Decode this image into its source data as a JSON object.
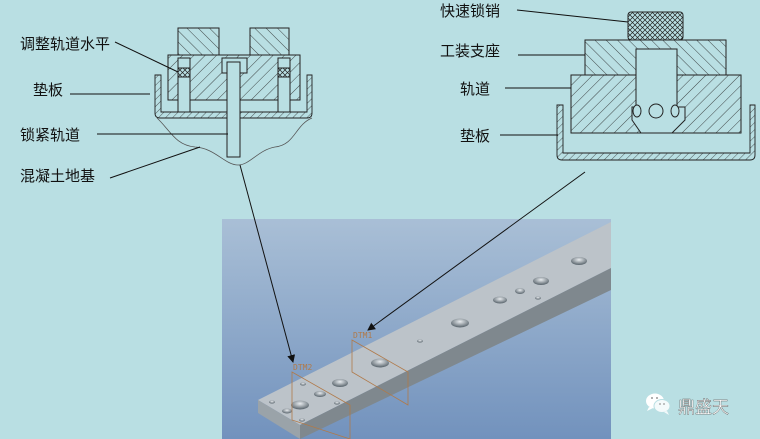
{
  "left_section": {
    "labels": [
      "调整轨道水平",
      "垫板",
      "锁紧轨道",
      "混凝土地基"
    ]
  },
  "right_section": {
    "labels": [
      "快速锁销",
      "工装支座",
      "轨道",
      "垫板"
    ]
  },
  "render_view": {
    "datum_labels": [
      "DTM2",
      "DTM1"
    ]
  },
  "watermark": {
    "icon": "wechat-icon",
    "text": "鼎盛天"
  },
  "colors": {
    "background": "#b9dfe3",
    "render_top": "#a9bfd6",
    "render_bottom": "#7292bd",
    "datum": "#b07a4a"
  }
}
